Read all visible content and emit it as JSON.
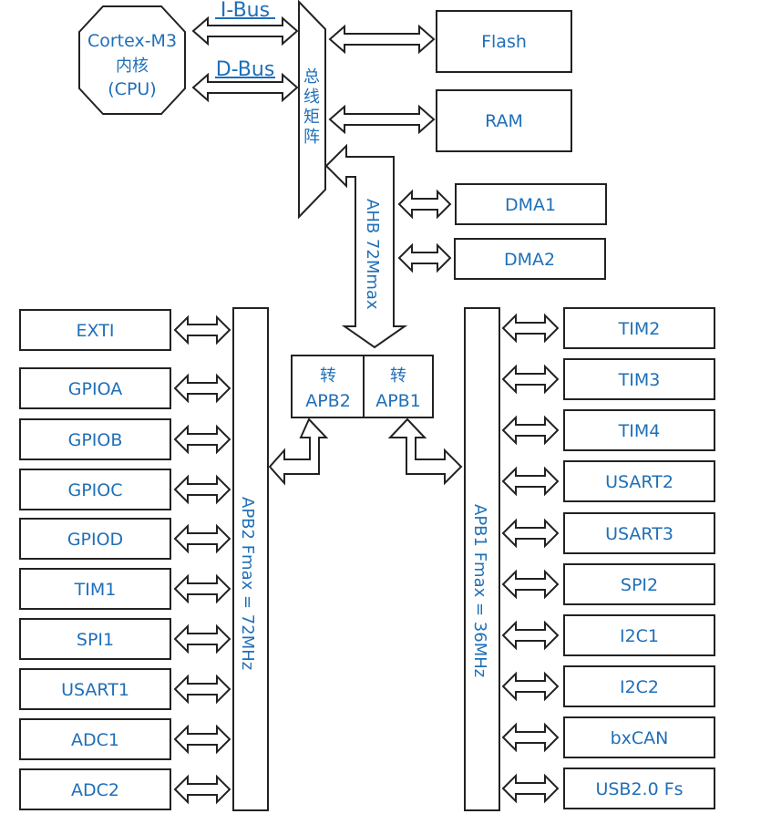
{
  "core": {
    "line1": "Cortex-M3",
    "line2": "内核",
    "line3": "(CPU)"
  },
  "buses": {
    "ibus": "I-Bus",
    "dbus": "D-Bus"
  },
  "matrix": {
    "chars": [
      "总",
      "线",
      "矩",
      "阵"
    ]
  },
  "memory": {
    "flash": "Flash",
    "ram": "RAM"
  },
  "dma": [
    "DMA1",
    "DMA2"
  ],
  "ahb": {
    "label": "AHB 72Mmax"
  },
  "bridges": {
    "apb2": {
      "top": "转",
      "bottom": "APB2"
    },
    "apb1": {
      "top": "转",
      "bottom": "APB1"
    }
  },
  "apb2_bus": {
    "label": "APB2 Fmax = 72MHz"
  },
  "apb1_bus": {
    "label": "APB1 Fmax = 36MHz"
  },
  "apb2_peripherals": [
    "EXTI",
    "GPIOA",
    "GPIOB",
    "GPIOC",
    "GPIOD",
    "TIM1",
    "SPI1",
    "USART1",
    "ADC1",
    "ADC2"
  ],
  "apb1_peripherals": [
    "TIM2",
    "TIM3",
    "TIM4",
    "USART2",
    "USART3",
    "SPI2",
    "I2C1",
    "I2C2",
    "bxCAN",
    "USB2.0 Fs"
  ],
  "colors": {
    "label": "#1f6fb8",
    "line": "#222222"
  }
}
